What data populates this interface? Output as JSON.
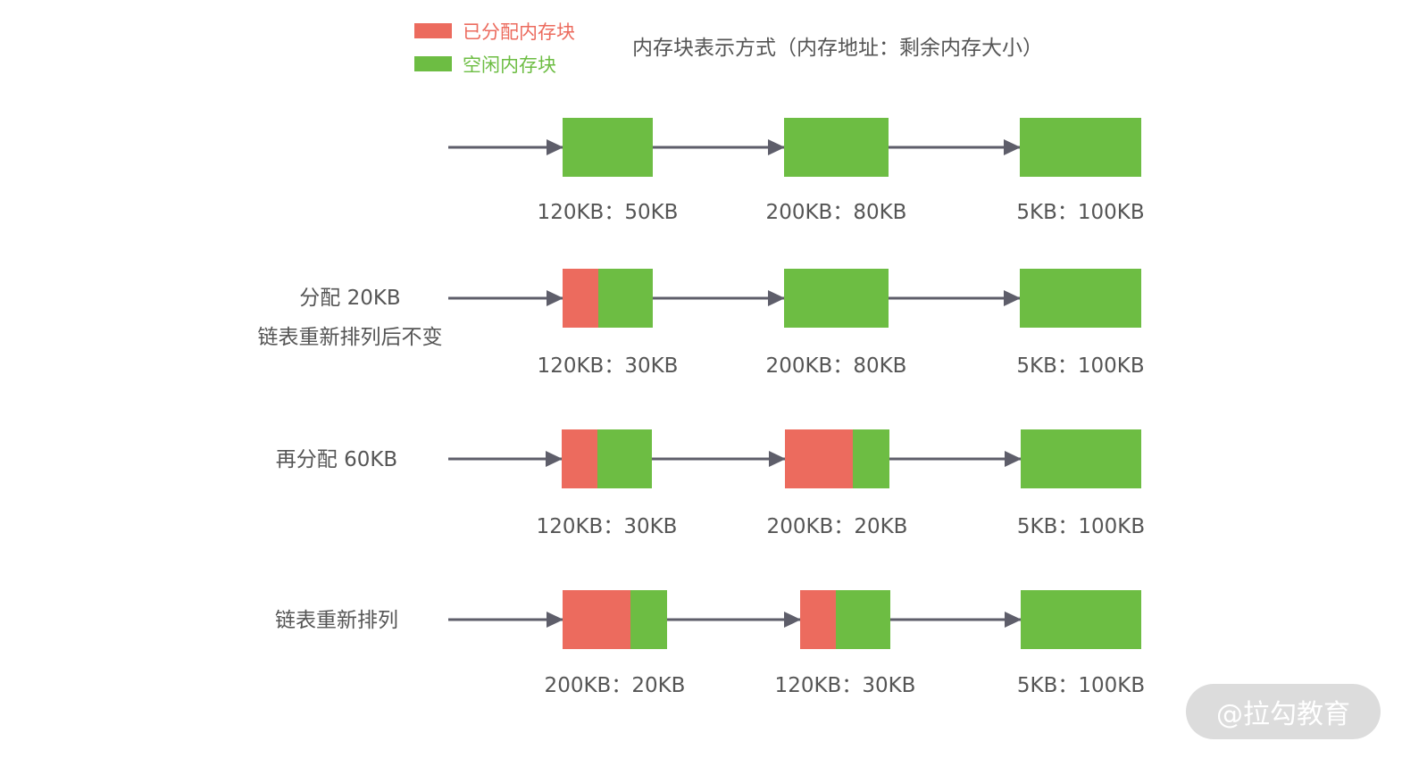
{
  "legend": {
    "allocated_label": "已分配内存块",
    "free_label": "空闲内存块",
    "allocated_color": "#ec6b5e",
    "free_color": "#6dbd43"
  },
  "notation": "内存块表示方式（内存地址：剩余内存大小）",
  "arrow_color": "#5e5e6a",
  "rows": [
    {
      "label_lines": [],
      "blocks": [
        {
          "caption": "120KB：50KB",
          "allocated_fraction": 0
        },
        {
          "caption": "200KB：80KB",
          "allocated_fraction": 0
        },
        {
          "caption": "5KB：100KB",
          "allocated_fraction": 0
        }
      ]
    },
    {
      "label_lines": [
        "分配 20KB",
        "链表重新排列后不变"
      ],
      "blocks": [
        {
          "caption": "120KB：30KB",
          "allocated_fraction": 0.4
        },
        {
          "caption": "200KB：80KB",
          "allocated_fraction": 0
        },
        {
          "caption": "5KB：100KB",
          "allocated_fraction": 0
        }
      ]
    },
    {
      "label_lines": [
        "再分配 60KB"
      ],
      "blocks": [
        {
          "caption": "120KB：30KB",
          "allocated_fraction": 0.4
        },
        {
          "caption": "200KB：20KB",
          "allocated_fraction": 0.65
        },
        {
          "caption": "5KB：100KB",
          "allocated_fraction": 0
        }
      ]
    },
    {
      "label_lines": [
        "链表重新排列"
      ],
      "blocks": [
        {
          "caption": "200KB：20KB",
          "allocated_fraction": 0.65
        },
        {
          "caption": "120KB：30KB",
          "allocated_fraction": 0.4
        },
        {
          "caption": "5KB：100KB",
          "allocated_fraction": 0
        }
      ]
    }
  ],
  "watermark": "@拉勾教育"
}
